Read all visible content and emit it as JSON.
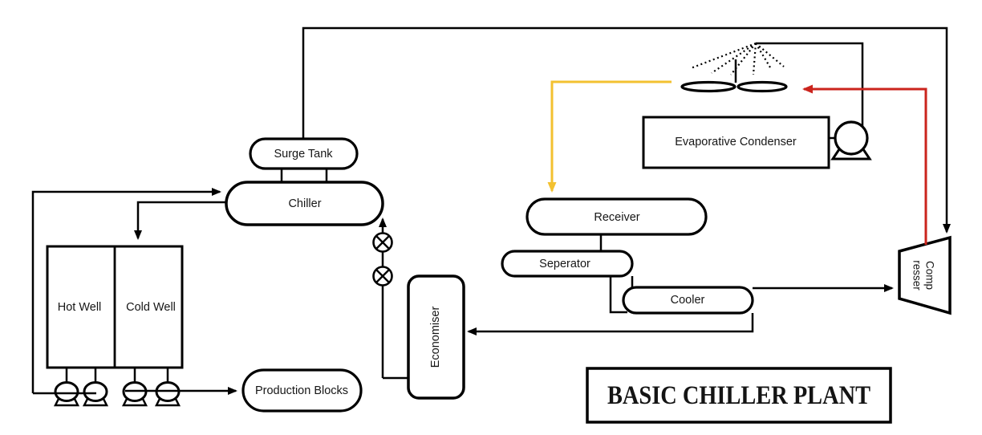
{
  "title": "BASIC CHILLER PLANT",
  "nodes": {
    "surge_tank": "Surge Tank",
    "chiller": "Chiller",
    "hot_well": "Hot Well",
    "cold_well": "Cold Well",
    "production_blocks": "Production Blocks",
    "economiser": "Economiser",
    "receiver": "Receiver",
    "seperator": "Seperator",
    "cooler": "Cooler",
    "evaporative_condenser": "Evaporative Condenser",
    "compressor_line1": "Comp",
    "compressor_line2": "resser"
  },
  "colors": {
    "pipe_black": "#000000",
    "pipe_yellow": "#F3C130",
    "pipe_red": "#CB241D"
  }
}
